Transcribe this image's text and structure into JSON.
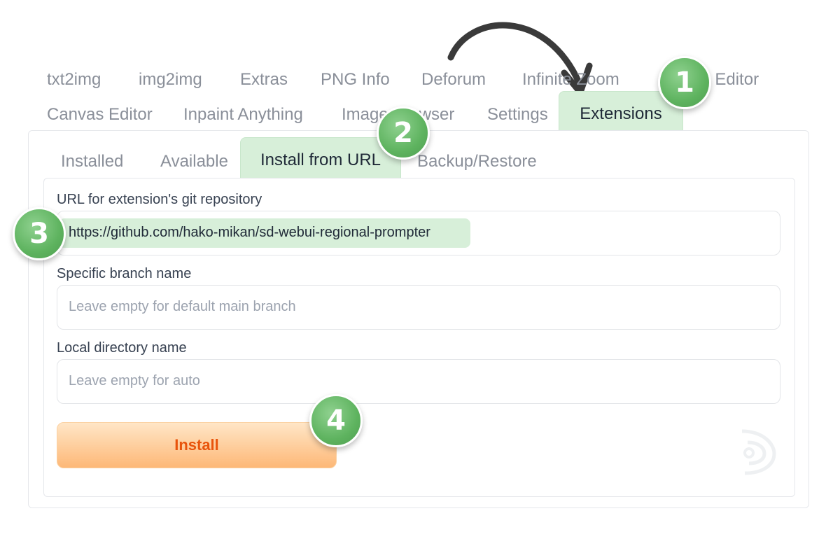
{
  "top_tabs": {
    "row1": [
      "txt2img",
      "img2img",
      "Extras",
      "PNG Info",
      "Deforum",
      "Infinite Zoom",
      "Pose Editor"
    ],
    "row2": [
      "Canvas Editor",
      "Inpaint Anything",
      "Image Browser",
      "Settings",
      "Extensions"
    ]
  },
  "sub_tabs": [
    "Installed",
    "Available",
    "Install from URL",
    "Backup/Restore"
  ],
  "form": {
    "url_label": "URL for extension's git repository",
    "url_value": "https://github.com/hako-mikan/sd-webui-regional-prompter",
    "branch_label": "Specific branch name",
    "branch_placeholder": "Leave empty for default main branch",
    "dir_label": "Local directory name",
    "dir_placeholder": "Leave empty for auto",
    "install_label": "Install"
  },
  "badges": [
    "1",
    "2",
    "3",
    "4"
  ],
  "colors": {
    "highlight": "#d7efd9",
    "badge": "#5eb35f",
    "install_text": "#e8540c",
    "install_bg": "#fdb877"
  },
  "icons": [
    "curved-arrow-icon",
    "watermark-logo-icon"
  ]
}
